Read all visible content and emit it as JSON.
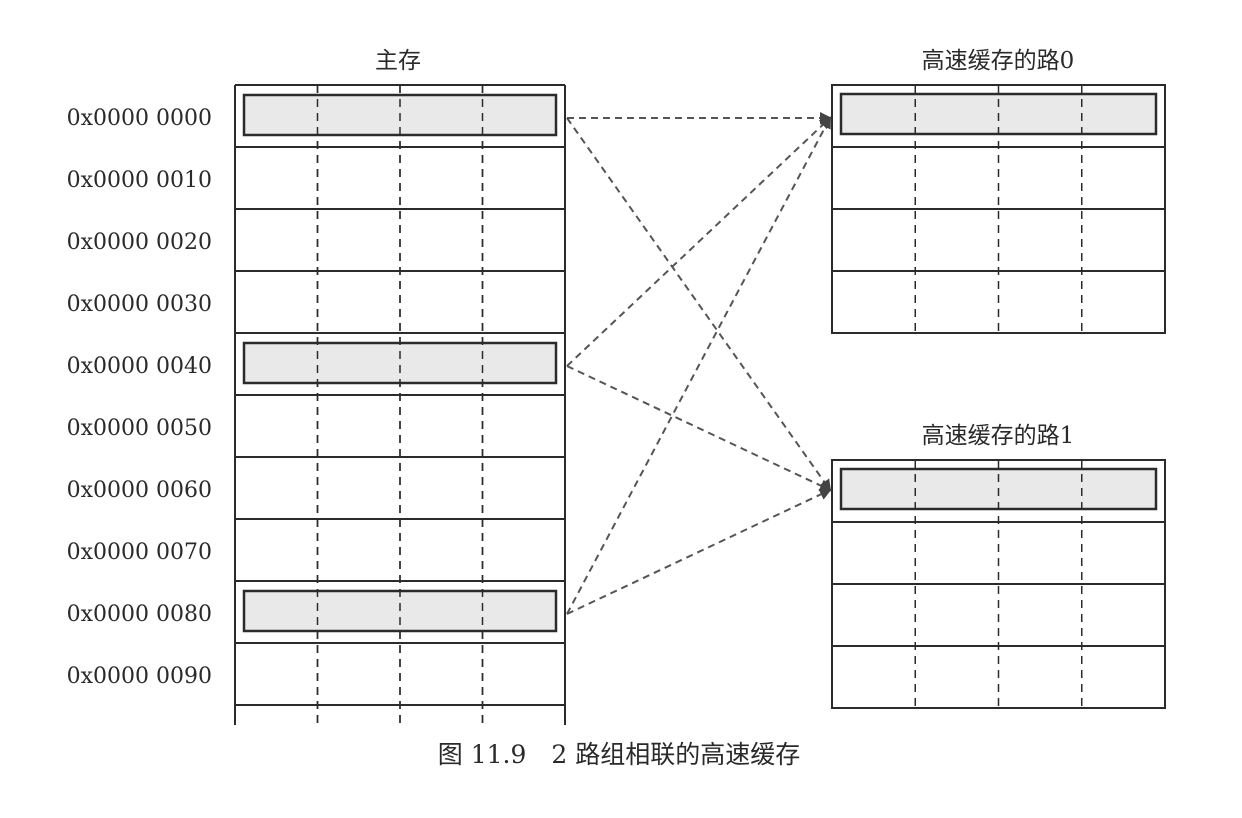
{
  "main_memory": {
    "title": "主存",
    "addresses": [
      "0x0000 0000",
      "0x0000 0010",
      "0x0000 0020",
      "0x0000 0030",
      "0x0000 0040",
      "0x0000 0050",
      "0x0000 0060",
      "0x0000 0070",
      "0x0000 0080",
      "0x0000 0090"
    ],
    "highlighted_rows": [
      0,
      4,
      8
    ]
  },
  "cache_way0": {
    "title": "高速缓存的路0",
    "highlighted_rows": [
      0
    ]
  },
  "cache_way1": {
    "title": "高速缓存的路1",
    "highlighted_rows": [
      0
    ]
  },
  "caption": "图 11.9　2 路组相联的高速缓存",
  "mappings": [
    {
      "from_row": 0,
      "to_way": 0
    },
    {
      "from_row": 0,
      "to_way": 1
    },
    {
      "from_row": 4,
      "to_way": 0
    },
    {
      "from_row": 4,
      "to_way": 1
    },
    {
      "from_row": 8,
      "to_way": 0
    },
    {
      "from_row": 8,
      "to_way": 1
    }
  ]
}
